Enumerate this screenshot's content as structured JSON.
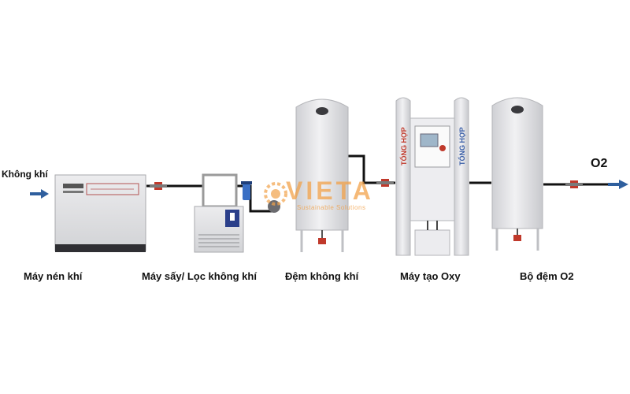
{
  "flow": {
    "input_label": "Không khí",
    "output_label": "O2"
  },
  "equipment": [
    {
      "label": "Máy nén khí"
    },
    {
      "label": "Máy sấy/ Lọc không khí"
    },
    {
      "label": "Đệm không khí"
    },
    {
      "label": "Máy tạo Oxy"
    },
    {
      "label": "Bộ đệm O2"
    }
  ],
  "generator_brand": "TỔNG HỢP",
  "watermark": {
    "name": "VIETA",
    "tagline": "Sustainable Solutions"
  },
  "colors": {
    "arrow": "#2f5f9e",
    "pipe": "#111111",
    "valve": "#c0392b",
    "tank": "#e7e7ea",
    "watermark": "#f2a24a"
  }
}
